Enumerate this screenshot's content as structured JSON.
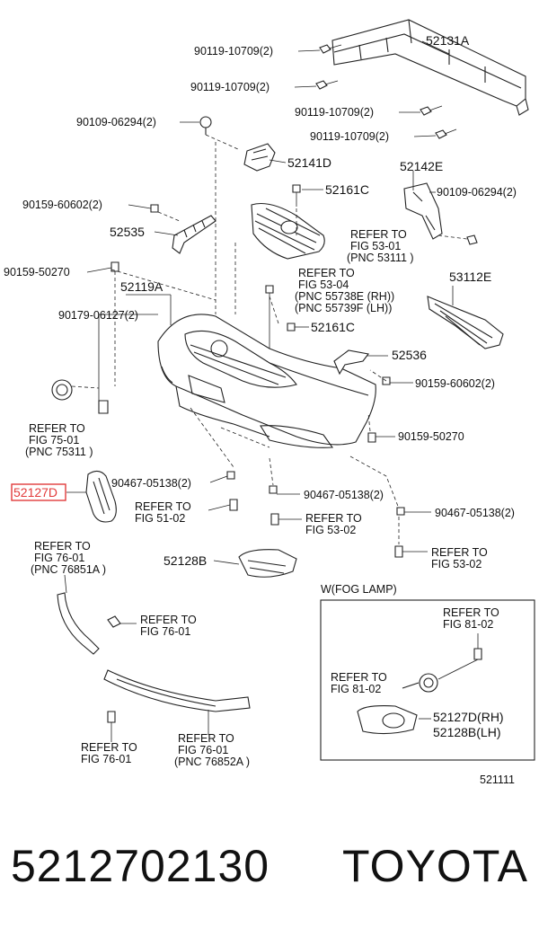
{
  "diagram": {
    "labels": [
      "90119-10709(2)",
      "90119-10709(2)",
      "90119-10709(2)",
      "90119-10709(2)",
      "52131A",
      "90109-06294(2)",
      "52141D",
      "52142E",
      "90159-60602(2)",
      "52161C",
      "90109-06294(2)",
      "52535",
      "90159-50270",
      "52119A",
      "53112E",
      "90179-06127(2)",
      "52161C",
      "52536",
      "90159-60602(2)",
      "90159-50270",
      "90467-05138(2)",
      "90467-05138(2)",
      "90467-05138(2)",
      "52128B",
      "52127D(RH)",
      "52128B(LH)",
      "521111"
    ],
    "refer_notes": [
      [
        "REFER TO",
        "FIG  53-01",
        "(PNC 53111 )"
      ],
      [
        "REFER TO",
        "FIG  53-04",
        "(PNC 55738E (RH))",
        "(PNC 55739F (LH))"
      ],
      [
        "REFER TO",
        "FIG  75-01",
        "(PNC 75311 )"
      ],
      [
        "REFER TO",
        "FIG  51-02"
      ],
      [
        "REFER TO",
        "FIG  53-02"
      ],
      [
        "REFER TO",
        "FIG  53-02"
      ],
      [
        "REFER TO",
        "FIG  76-01",
        "(PNC 76851A )"
      ],
      [
        "REFER TO",
        "FIG  76-01"
      ],
      [
        "REFER TO",
        "FIG  81-02"
      ],
      [
        "REFER TO",
        "FIG  81-02"
      ],
      [
        "REFER TO",
        "FIG  76-01"
      ],
      [
        "REFER TO",
        "FIG  76-01",
        "(PNC 76852A )"
      ]
    ],
    "highlighted_part": "52127D",
    "inset_title": "W(FOG LAMP)",
    "highlight_color": "#e23b3b"
  },
  "footer": {
    "part_number": "5212702130",
    "brand": "TOYOTA"
  }
}
